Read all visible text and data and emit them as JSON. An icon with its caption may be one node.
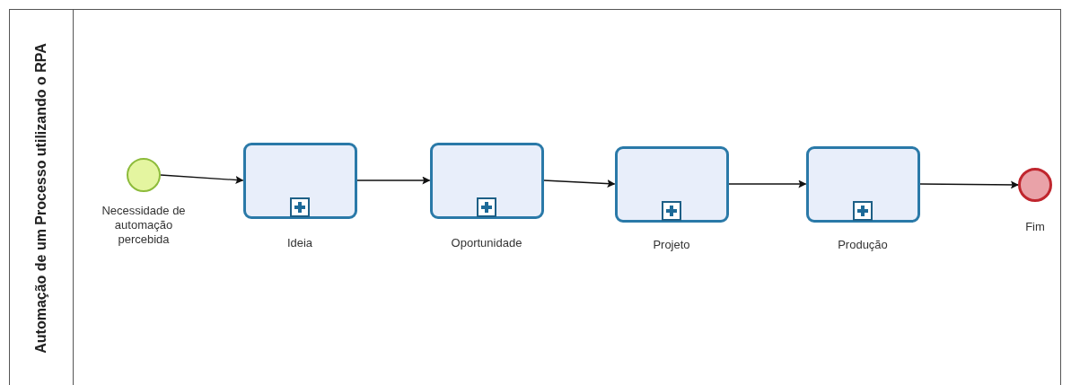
{
  "diagram": {
    "nodes": [
      {
        "text": [
          "Automação de um Processo utilizando o RPA"
        ]
      },
      {
        "text": [],
        "shape": "circle",
        "beside": [
          "Necessidade de automação percebida"
        ],
        "in": 0
      },
      {
        "text": [],
        "shape": "box",
        "beside": [
          "Ideia"
        ],
        "in": 0
      },
      {
        "text": [],
        "shape": "box",
        "beside": [
          "Oportunidade"
        ],
        "in": 0
      },
      {
        "text": [],
        "shape": "box",
        "beside": [
          "Projeto"
        ],
        "in": 0
      },
      {
        "text": [],
        "shape": "box",
        "beside": [
          "Produção"
        ],
        "in": 0
      },
      {
        "text": [],
        "shape": "circle",
        "beside": [
          "Fim"
        ],
        "in": 0
      }
    ],
    "edges": [
      {
        "from": 1,
        "to": 2,
        "arrow": "to"
      },
      {
        "from": 2,
        "to": 3,
        "arrow": "to"
      },
      {
        "from": 3,
        "to": 4,
        "arrow": "to"
      },
      {
        "from": 4,
        "to": 5,
        "arrow": "to"
      },
      {
        "from": 5,
        "to": 6,
        "arrow": "to"
      }
    ]
  }
}
